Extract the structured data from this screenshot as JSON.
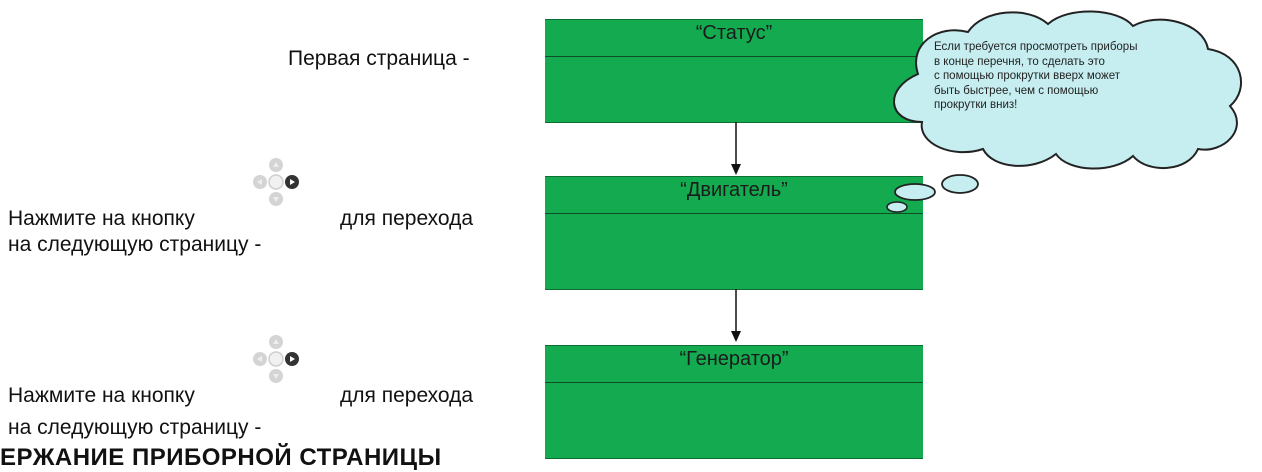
{
  "labels": {
    "first_page": "Первая страница -",
    "press_button": "Нажмите на кнопку",
    "to_go": "для перехода",
    "next_page": "на следующую страницу -"
  },
  "boxes": [
    {
      "title": "“Статус”"
    },
    {
      "title": "“Двигатель”"
    },
    {
      "title": "“Генератор”"
    }
  ],
  "cloud": {
    "lines": [
      "Если требуется просмотреть приборы",
      "в конце перечня, то сделать это",
      "с помощью прокрутки вверх может",
      "быть быстрее, чем с помощью",
      "прокрутки вниз!"
    ]
  },
  "bottom_title": "ЕРЖАНИЕ ПРИБОРНОЙ СТРАНИЦЫ",
  "colors": {
    "box_green": "#14aa50",
    "cloud_fill": "#c6eef0"
  },
  "icons": [
    "dpad-icon",
    "down-arrow-icon",
    "thought-cloud"
  ]
}
